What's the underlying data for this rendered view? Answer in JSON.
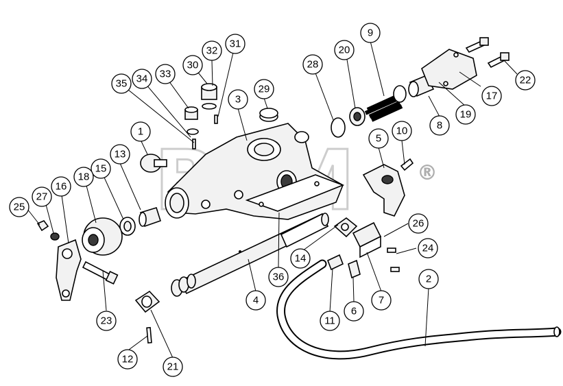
{
  "diagram": {
    "watermark": "BTM",
    "watermark_mark": "®",
    "callouts": [
      "1",
      "2",
      "3",
      "4",
      "5",
      "6",
      "7",
      "8",
      "9",
      "10",
      "11",
      "12",
      "13",
      "14",
      "15",
      "16",
      "17",
      "18",
      "19",
      "20",
      "21",
      "22",
      "23",
      "24",
      "25",
      "26",
      "27",
      "28",
      "29",
      "30",
      "31",
      "32",
      "33",
      "34",
      "35",
      "36"
    ]
  }
}
